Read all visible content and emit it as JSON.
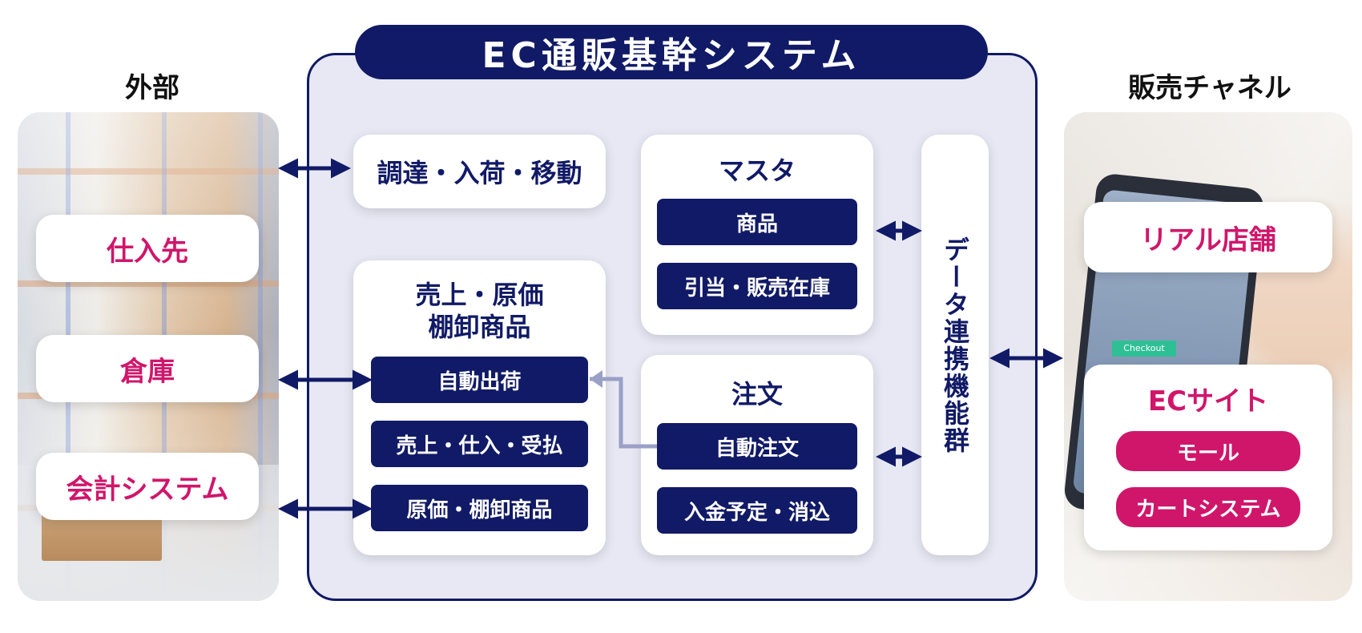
{
  "title": "EC通販基幹システム",
  "left": {
    "label": "外部",
    "items": [
      "仕入先",
      "倉庫",
      "会計システム"
    ]
  },
  "right": {
    "label": "販売チャネル",
    "store": "リアル店舗",
    "ec_site": {
      "title": "ECサイト",
      "buttons": [
        "モール",
        "カートシステム"
      ]
    },
    "photo_text": "Checkout"
  },
  "center": {
    "procurement": "調達・入荷・移動",
    "sales": {
      "title_line1": "売上・原価",
      "title_line2": "棚卸商品",
      "buttons": [
        "自動出荷",
        "売上・仕入・受払",
        "原価・棚卸商品"
      ]
    },
    "master": {
      "title": "マスタ",
      "buttons": [
        "商品",
        "引当・販売在庫"
      ]
    },
    "order": {
      "title": "注文",
      "buttons": [
        "自動注文",
        "入金予定・消込"
      ]
    },
    "integration": "データ連携機能群"
  },
  "colors": {
    "navy": "#111a66",
    "pink": "#d0166b",
    "frame_bg": "#e7e8f3",
    "connector": "#9aa0c6"
  }
}
